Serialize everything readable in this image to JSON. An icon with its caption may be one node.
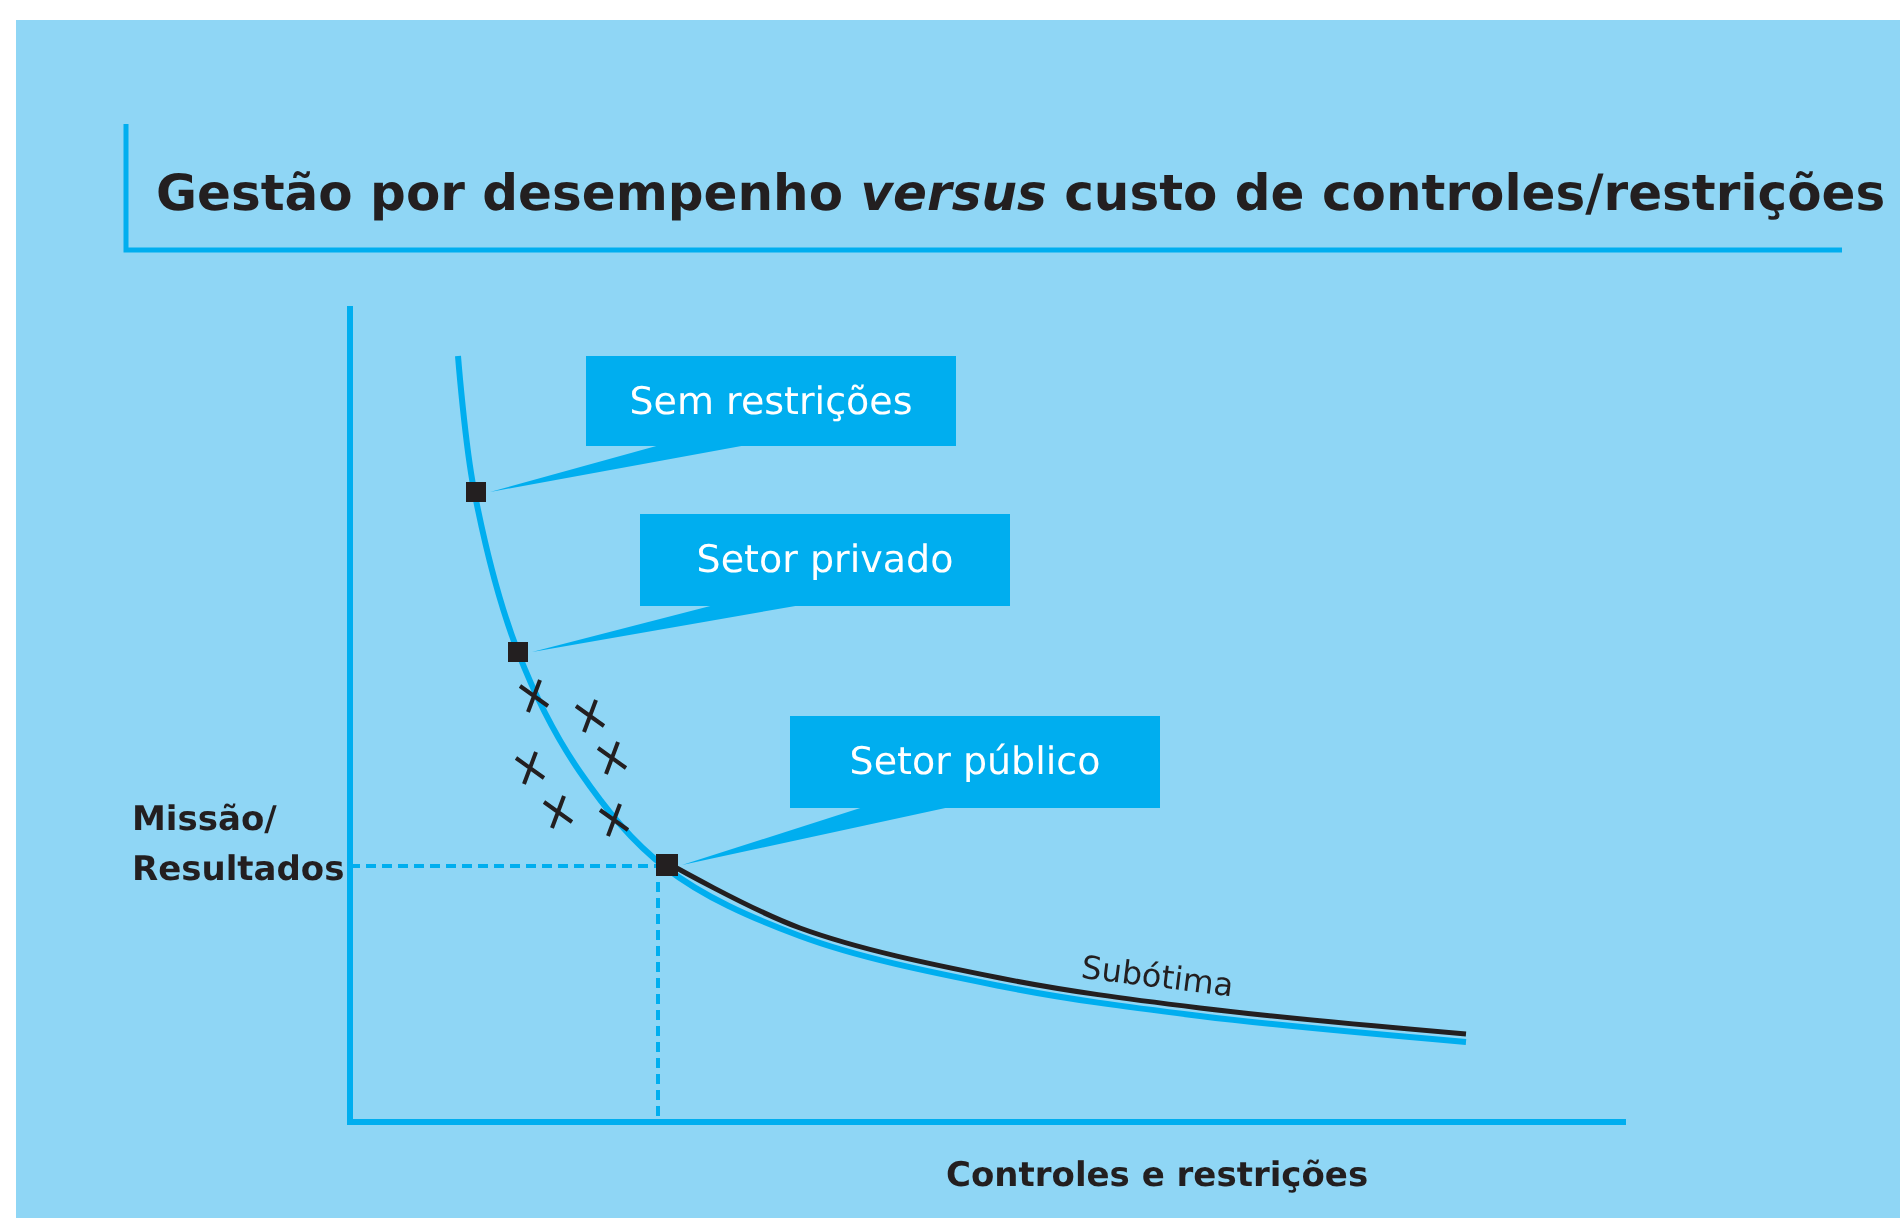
{
  "diagram": {
    "title": "Gestão por desempenho *versus* custo de controles/restrições",
    "nodes": [
      {
        "text": [
          "Sem restrições"
        ]
      },
      {
        "text": [],
        "shape": "box"
      },
      {
        "text": [
          "Setor privado"
        ]
      },
      {
        "text": [],
        "shape": "box"
      },
      {
        "text": [
          "Setor público"
        ]
      },
      {
        "text": [],
        "shape": "box"
      }
    ],
    "edges": [
      {
        "from": 0,
        "to": 1,
        "arrow": "none"
      },
      {
        "from": 2,
        "to": 3,
        "arrow": "none"
      },
      {
        "from": 4,
        "to": 5,
        "arrow": "none"
      }
    ],
    "labels": [
      "Missão/ Resultados",
      "Subótima",
      "Controles e restrições"
    ]
  }
}
